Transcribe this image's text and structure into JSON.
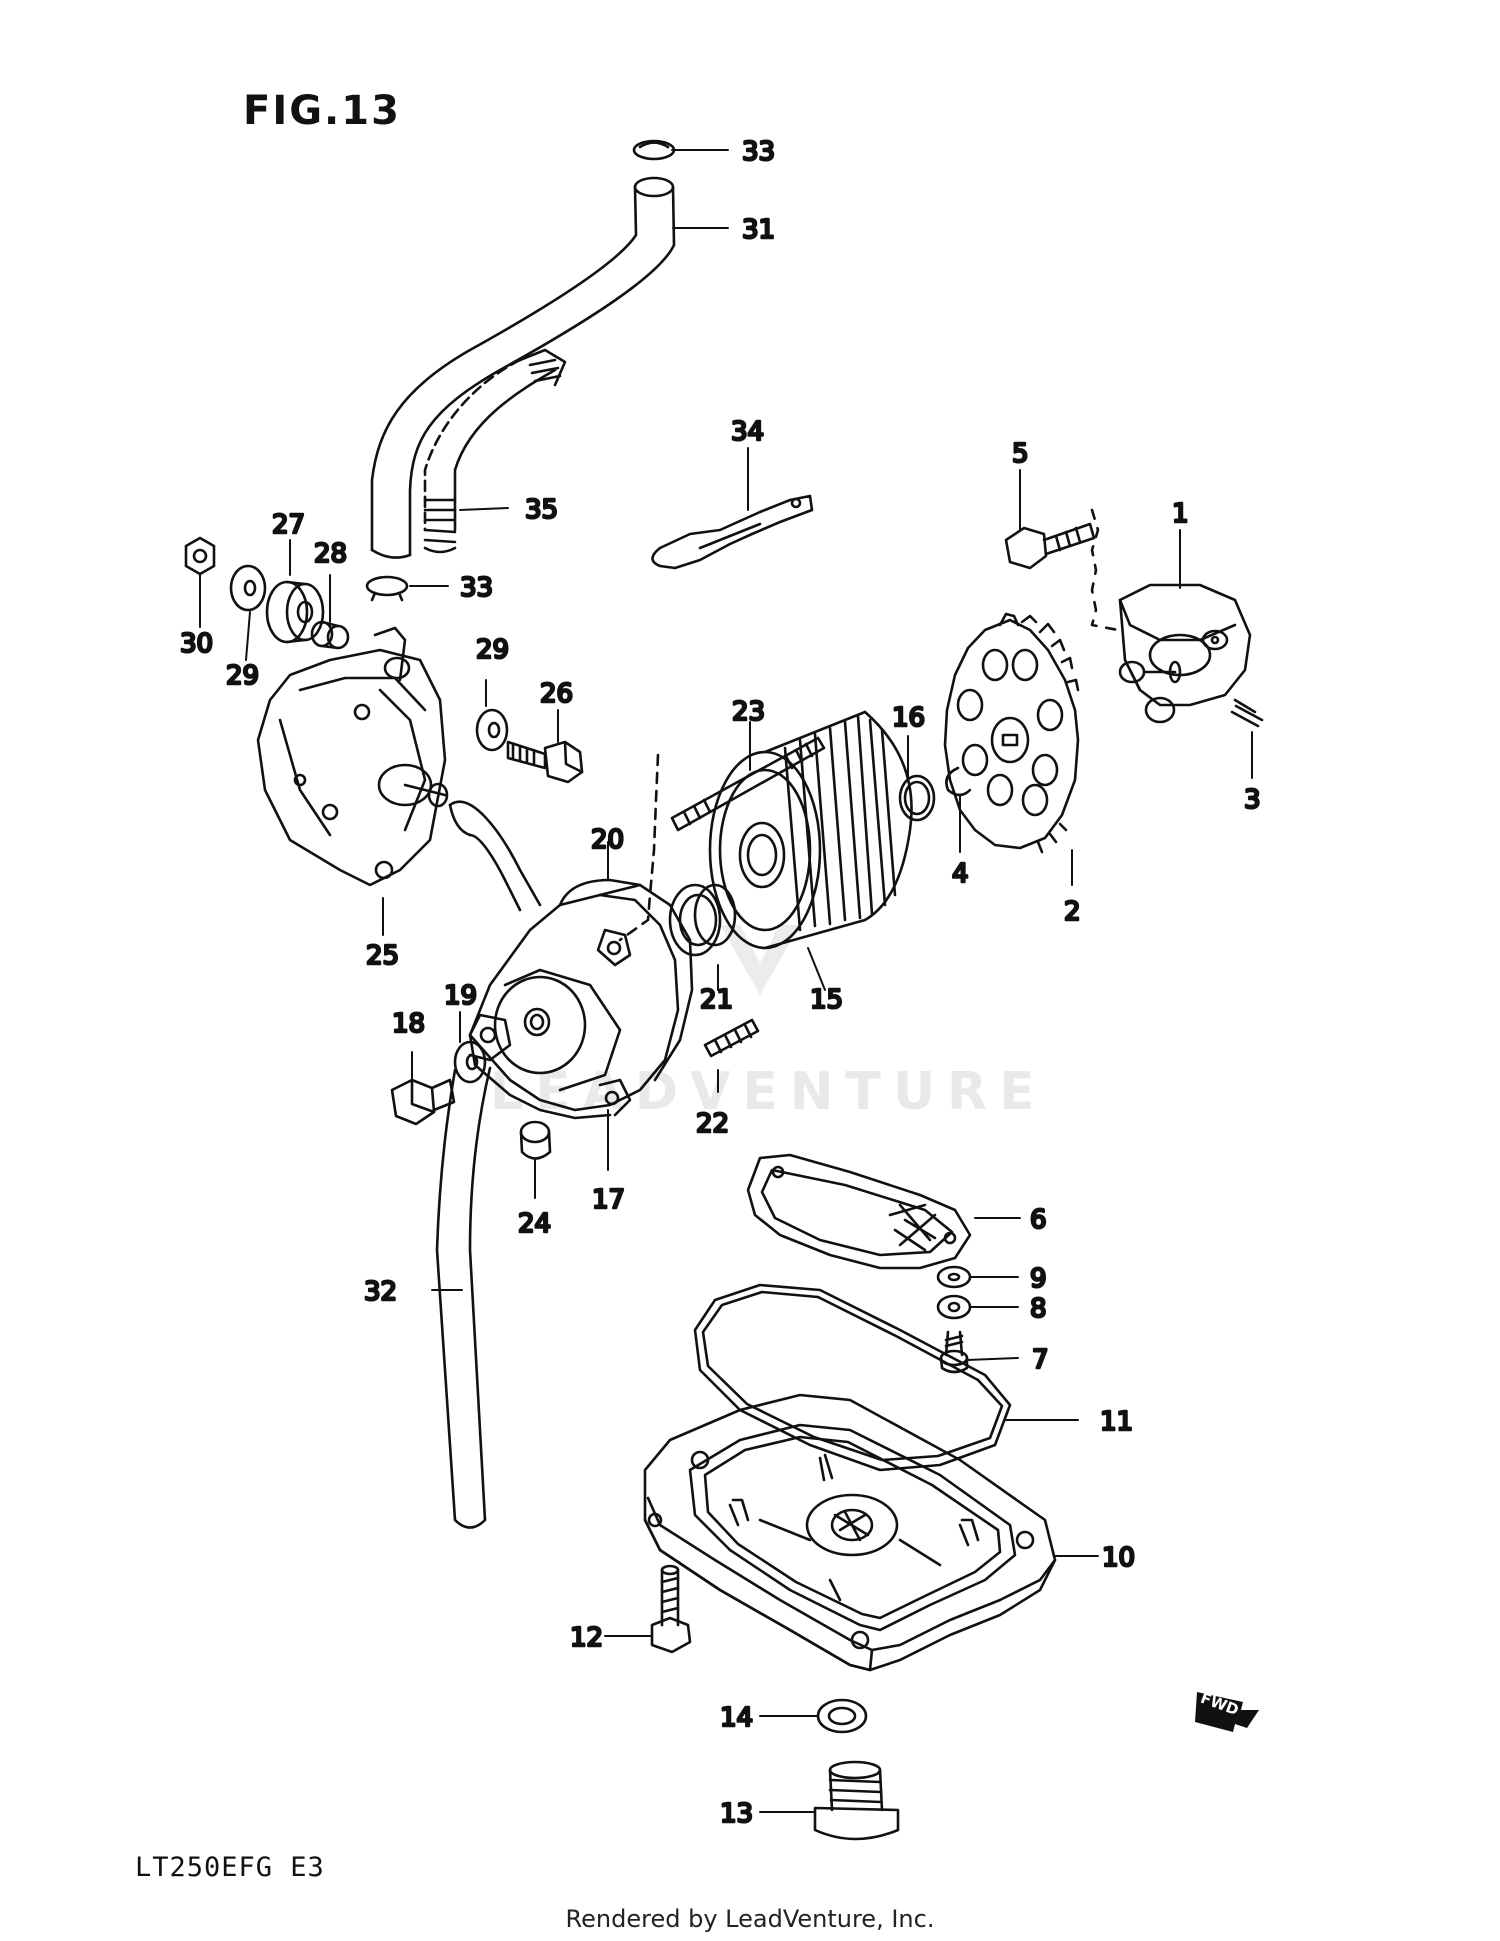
{
  "figure": {
    "title": "FIG.13",
    "model_code": "LT250EFG E3",
    "footer": "Rendered by LeadVenture, Inc.",
    "watermark": "LEADVENTURE",
    "direction_mark": "FWD"
  },
  "callouts": [
    {
      "id": "c1",
      "number": "1"
    },
    {
      "id": "c2",
      "number": "2"
    },
    {
      "id": "c3",
      "number": "3"
    },
    {
      "id": "c4",
      "number": "4"
    },
    {
      "id": "c5",
      "number": "5"
    },
    {
      "id": "c6",
      "number": "6"
    },
    {
      "id": "c7",
      "number": "7"
    },
    {
      "id": "c8",
      "number": "8"
    },
    {
      "id": "c9",
      "number": "9"
    },
    {
      "id": "c10",
      "number": "10"
    },
    {
      "id": "c11",
      "number": "11"
    },
    {
      "id": "c12",
      "number": "12"
    },
    {
      "id": "c13",
      "number": "13"
    },
    {
      "id": "c14",
      "number": "14"
    },
    {
      "id": "c15",
      "number": "15"
    },
    {
      "id": "c16",
      "number": "16"
    },
    {
      "id": "c17",
      "number": "17"
    },
    {
      "id": "c18",
      "number": "18"
    },
    {
      "id": "c19",
      "number": "19"
    },
    {
      "id": "c20",
      "number": "20"
    },
    {
      "id": "c21",
      "number": "21"
    },
    {
      "id": "c22",
      "number": "22"
    },
    {
      "id": "c23",
      "number": "23"
    },
    {
      "id": "c24",
      "number": "24"
    },
    {
      "id": "c25",
      "number": "25"
    },
    {
      "id": "c26",
      "number": "26"
    },
    {
      "id": "c27",
      "number": "27"
    },
    {
      "id": "c28",
      "number": "28"
    },
    {
      "id": "c29a",
      "number": "29"
    },
    {
      "id": "c29b",
      "number": "29"
    },
    {
      "id": "c30",
      "number": "30"
    },
    {
      "id": "c31",
      "number": "31"
    },
    {
      "id": "c32",
      "number": "32"
    },
    {
      "id": "c33a",
      "number": "33"
    },
    {
      "id": "c33b",
      "number": "33"
    },
    {
      "id": "c34",
      "number": "34"
    },
    {
      "id": "c35",
      "number": "35"
    }
  ]
}
